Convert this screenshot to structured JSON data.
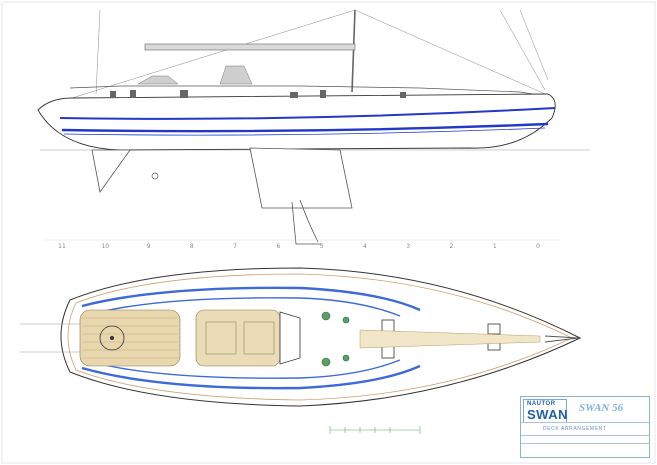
{
  "title_block": {
    "logo_top": "NAUTOR",
    "logo_main": "SWAN",
    "model": "SWAN 56",
    "drawing_title": "DECK ARRANGEMENT"
  },
  "stations": [
    "11",
    "10",
    "9",
    "8",
    "7",
    "6",
    "5",
    "4",
    "3",
    "2",
    "1",
    "0"
  ],
  "colors": {
    "hull_stripe": "#2338c8",
    "deck_blue": "#3d6ad8",
    "line": "#333333",
    "teak": "#d8c08c",
    "titleblock_blue": "#1f5fb0"
  }
}
